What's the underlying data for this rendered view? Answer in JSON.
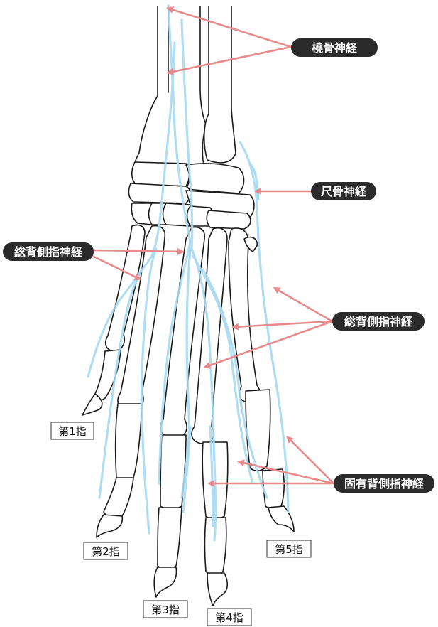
{
  "colors": {
    "nerve": "#a9d9f2",
    "arrow": "#e88a8c",
    "label_bg": "#2b2b2b",
    "label_text": "#ffffff",
    "bone_stroke": "#1a1a1a"
  },
  "labels": {
    "radial_nerve": "橈骨神経",
    "ulnar_nerve": "尺骨神経",
    "common_dorsal_left": "総背側指神経",
    "common_dorsal_right": "総背側指神経",
    "proper_dorsal": "固有背側指神経"
  },
  "digits": {
    "d1": "第1指",
    "d2": "第2指",
    "d3": "第3指",
    "d4": "第4指",
    "d5": "第5指"
  }
}
